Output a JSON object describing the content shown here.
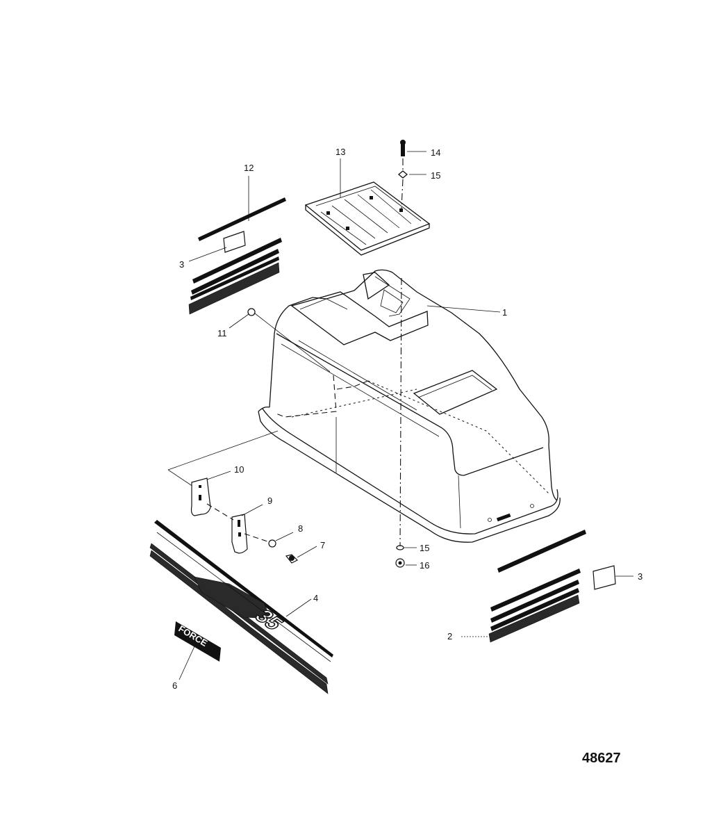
{
  "diagram": {
    "figure_number": "48627",
    "callouts": [
      {
        "id": "c1",
        "label": "1"
      },
      {
        "id": "c2",
        "label": "2"
      },
      {
        "id": "c3a",
        "label": "3"
      },
      {
        "id": "c3b",
        "label": "3"
      },
      {
        "id": "c4",
        "label": "4"
      },
      {
        "id": "c6",
        "label": "6"
      },
      {
        "id": "c7",
        "label": "7"
      },
      {
        "id": "c8",
        "label": "8"
      },
      {
        "id": "c9",
        "label": "9"
      },
      {
        "id": "c10",
        "label": "10"
      },
      {
        "id": "c11",
        "label": "11"
      },
      {
        "id": "c12",
        "label": "12"
      },
      {
        "id": "c13",
        "label": "13"
      },
      {
        "id": "c14",
        "label": "14"
      },
      {
        "id": "c15a",
        "label": "15"
      },
      {
        "id": "c15b",
        "label": "15"
      },
      {
        "id": "c16",
        "label": "16"
      }
    ],
    "decal_text": {
      "model_badge": "35",
      "brand_badge": "FORCE"
    }
  }
}
